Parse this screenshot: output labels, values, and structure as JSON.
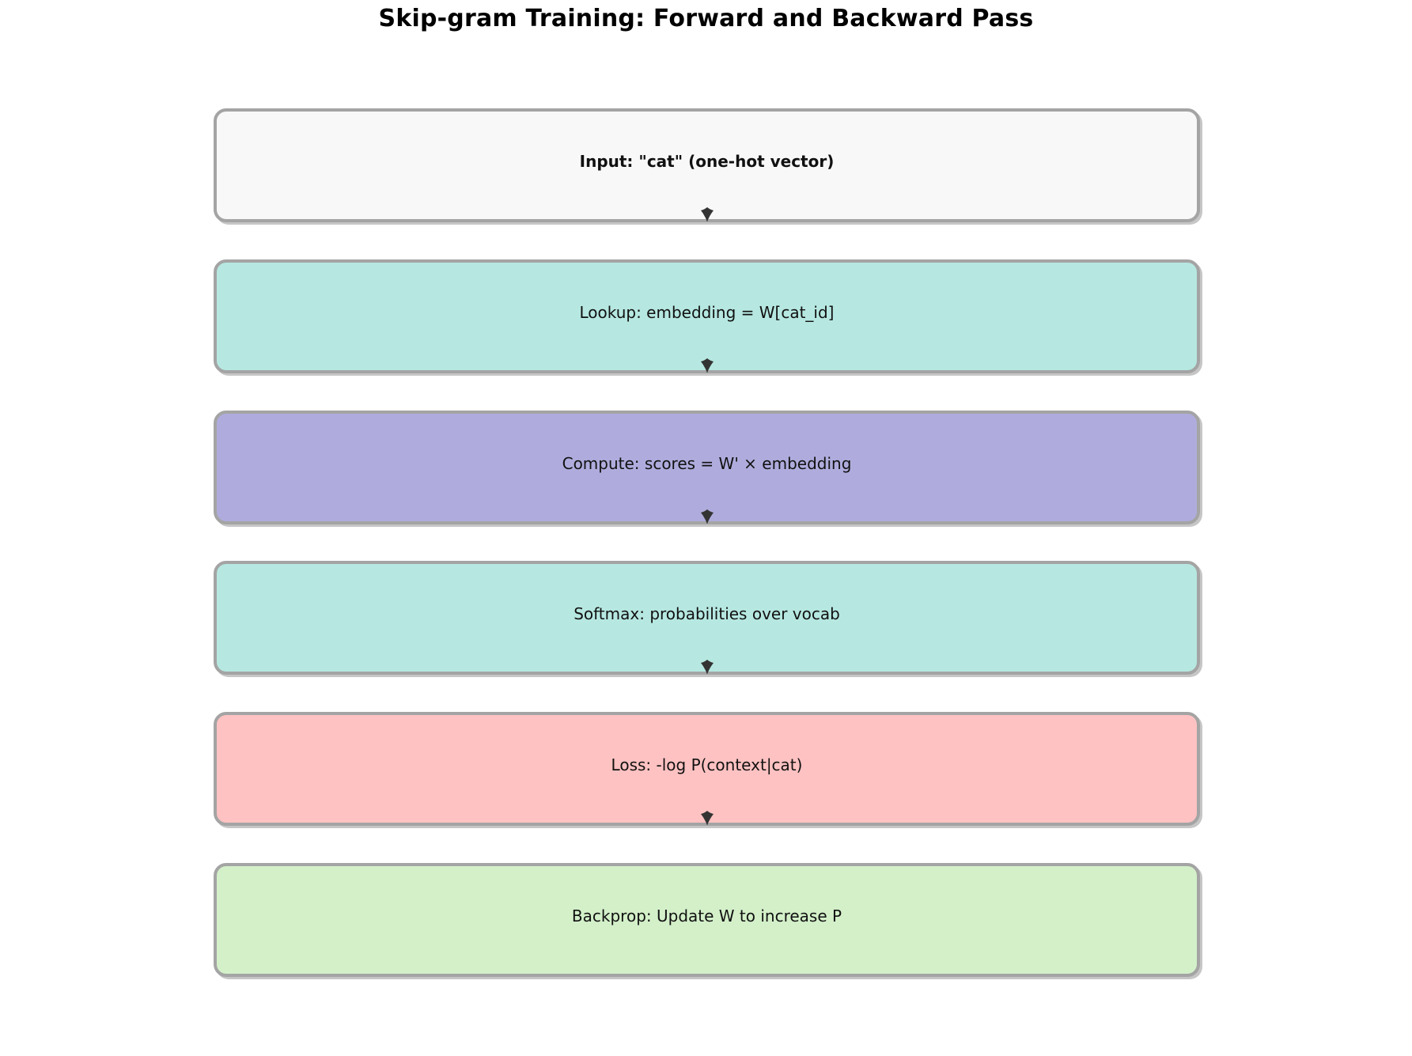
{
  "title": "Skip-gram Training: Forward and Backward Pass",
  "flow": {
    "boxes": [
      {
        "label": "Input: \"cat\" (one-hot vector)",
        "bg": "#f8f8f8",
        "emphasis": "bold"
      },
      {
        "label": "Lookup: embedding = W[cat_id]",
        "bg": "#b6e8e1",
        "emphasis": "normal"
      },
      {
        "label": "Compute: scores = W' × embedding",
        "bg": "#afacdd",
        "emphasis": "normal"
      },
      {
        "label": "Softmax: probabilities over vocab",
        "bg": "#b6e8e1",
        "emphasis": "normal"
      },
      {
        "label": "Loss: -log P(context|cat)",
        "bg": "#ffc2c2",
        "emphasis": "normal"
      },
      {
        "label": "Backprop: Update W to increase P",
        "bg": "#d3f0c9",
        "emphasis": "normal"
      }
    ],
    "connector_icon": "down-arrowhead",
    "border_color": "#a4a4a4",
    "arrow_color": "#333333",
    "title_color": "#000000",
    "text_color": "#111111"
  }
}
